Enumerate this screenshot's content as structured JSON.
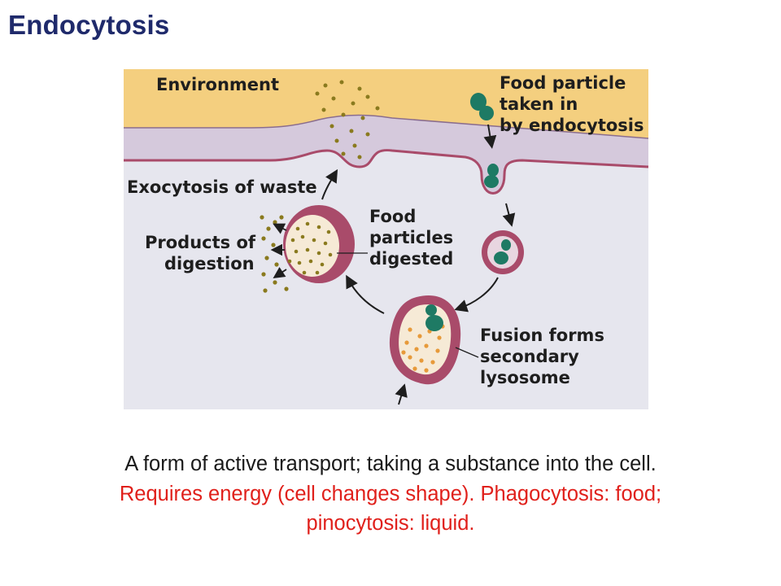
{
  "title": "Endocytosis",
  "figure": {
    "labels": {
      "environment": "Environment",
      "food_particle_line1": "Food particle",
      "food_particle_line2": "taken in",
      "food_particle_line3": "by endocytosis",
      "exocytosis": "Exocytosis of waste",
      "products_line1": "Products of",
      "products_line2": "digestion",
      "digested_line1": "Food",
      "digested_line2": "particles",
      "digested_line3": "digested",
      "fusion_line1": "Fusion forms",
      "fusion_line2": "secondary",
      "fusion_line3": "lysosome"
    },
    "colors": {
      "environment": "#f4cf7f",
      "membrane": "#d5c9dc",
      "cytoplasm": "#e6e6ee",
      "vesicle_wall": "#a94b6a",
      "food_particle": "#1e7a64",
      "waste_dots": "#8a7a1e",
      "enzyme_dots": "#e79a3a"
    }
  },
  "caption": {
    "line1": "A form of active transport; taking a substance into the cell.",
    "line2": "Requires energy (cell changes shape).  Phagocytosis: food;",
    "line3": "pinocytosis: liquid."
  }
}
